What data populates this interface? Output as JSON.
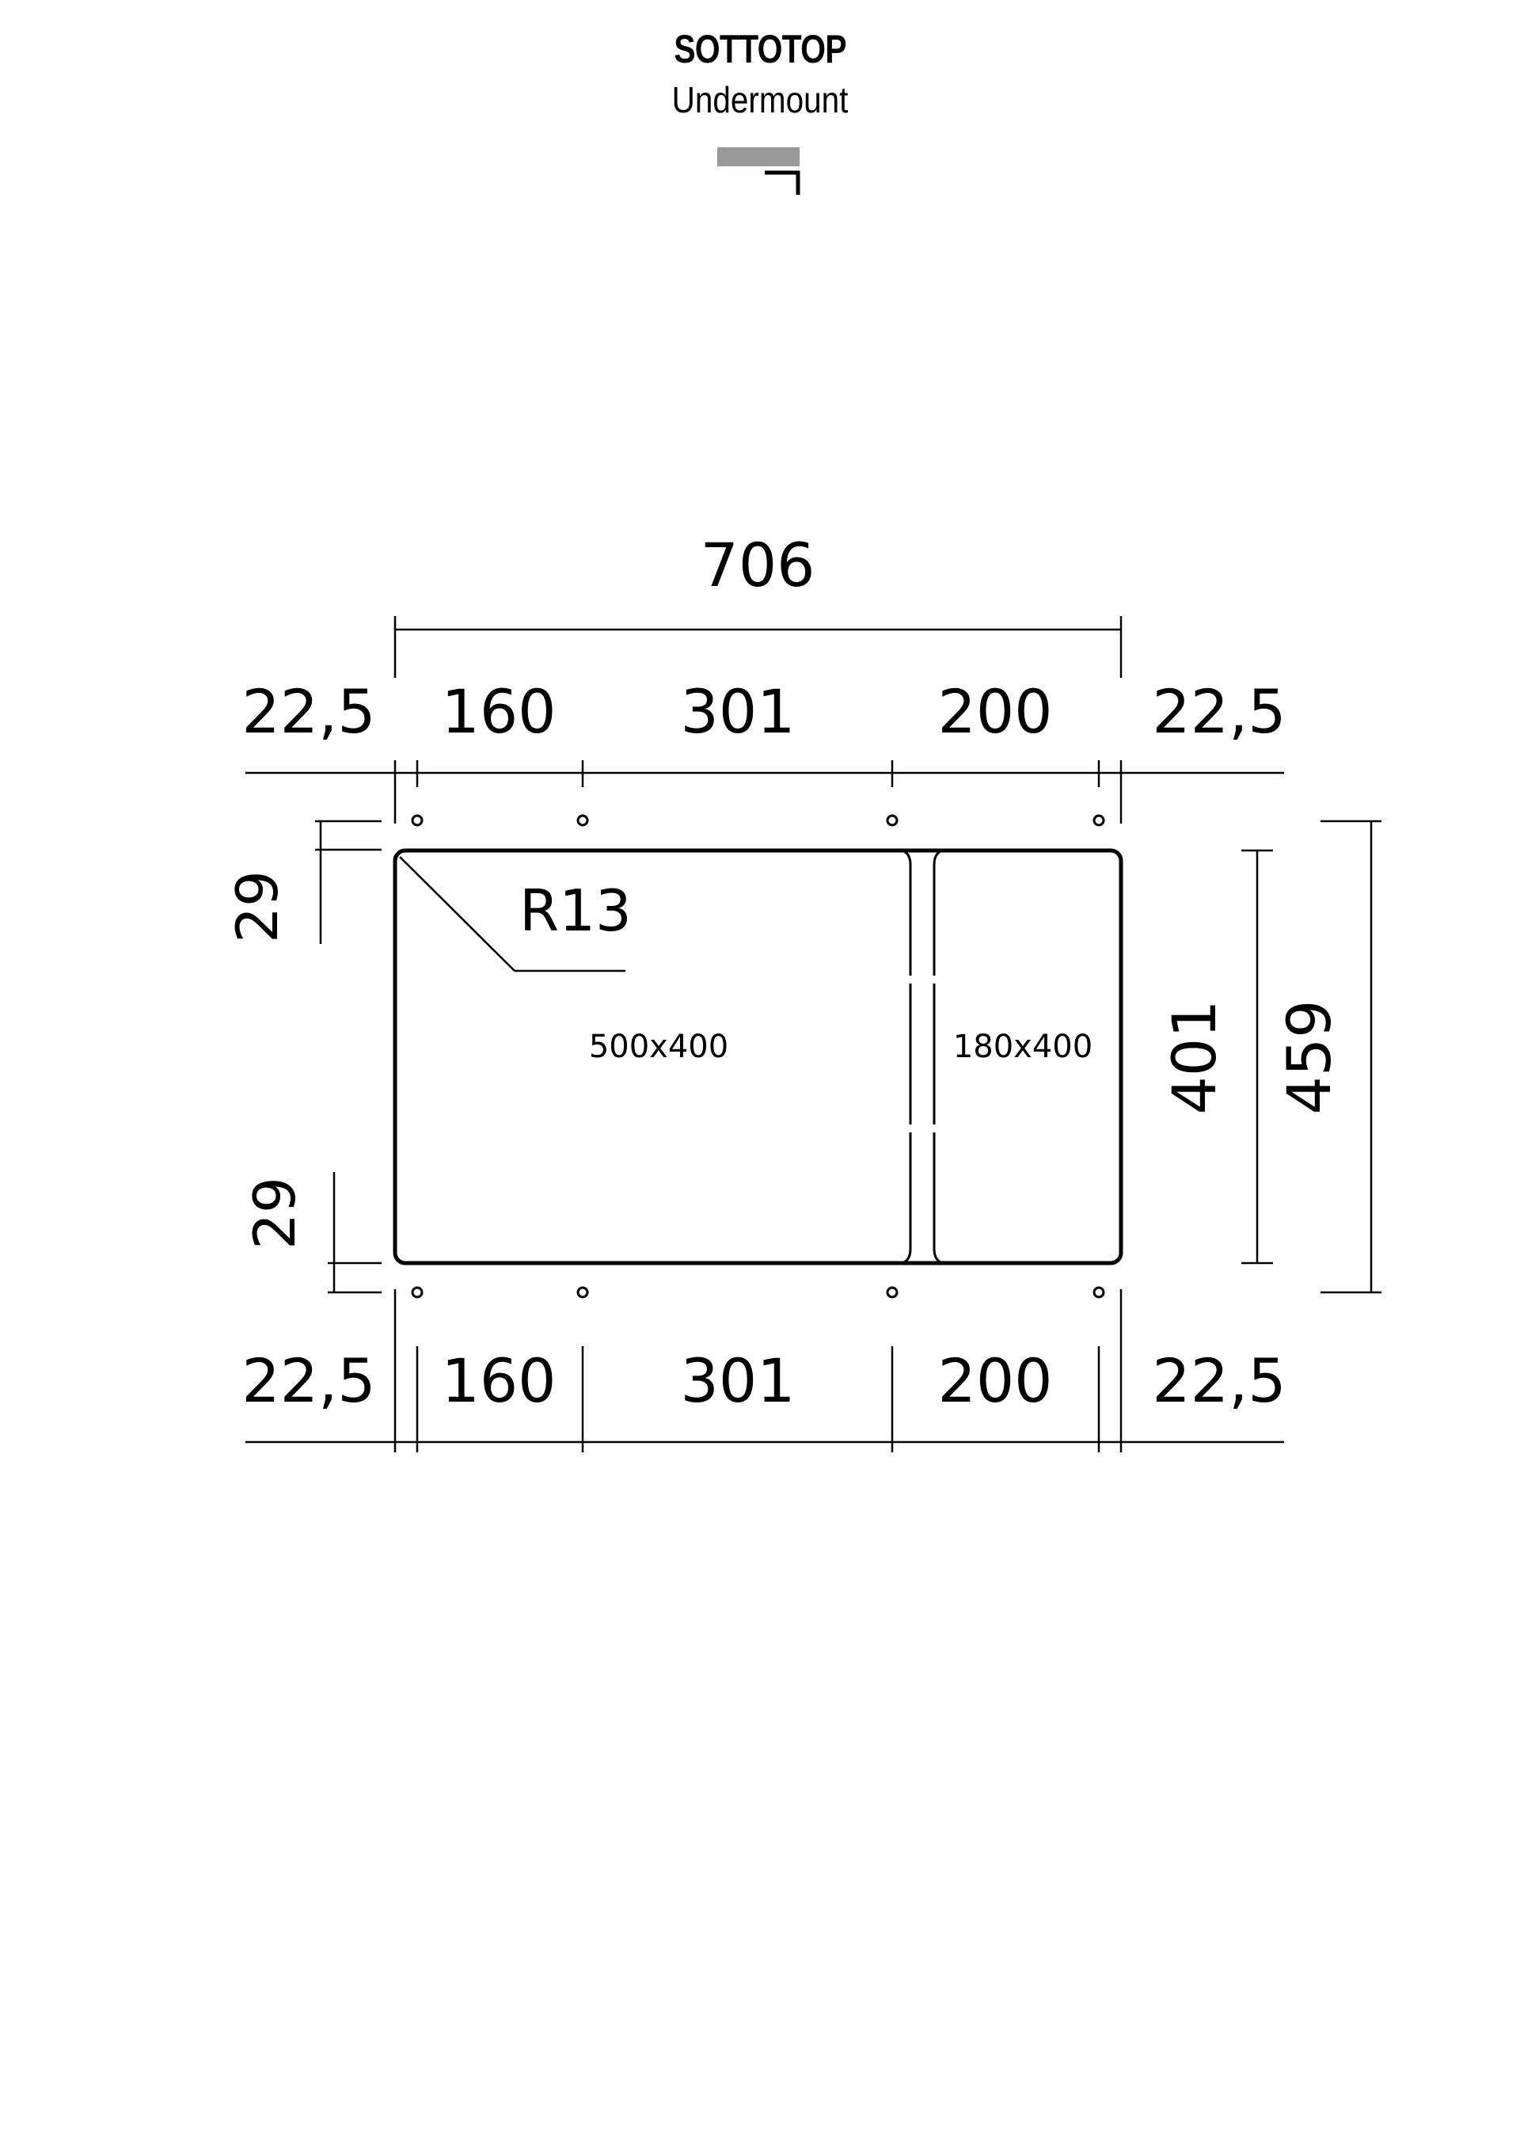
{
  "header": {
    "title": "SOTTOTOP",
    "subtitle": "Undermount"
  },
  "icons": {
    "mount_icon": "undermount-profile-icon",
    "mount_icon_color": "#999999"
  },
  "dimensions": {
    "overall_width": "706",
    "top_row": [
      "22,5",
      "160",
      "301",
      "200",
      "22,5"
    ],
    "bottom_row": [
      "22,5",
      "160",
      "301",
      "200",
      "22,5"
    ],
    "left_top": "29",
    "left_bottom": "29",
    "bowl_height": "401",
    "overall_height": "459",
    "corner_radius": "R13"
  },
  "bowls": {
    "main": "500x400",
    "small": "180x400"
  }
}
